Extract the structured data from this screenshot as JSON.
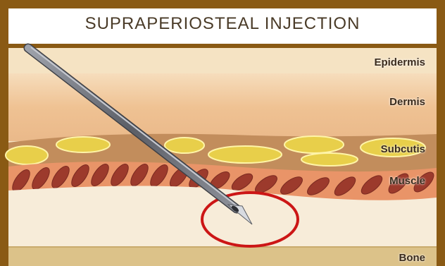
{
  "title": "SUPRAPERIOSTEAL INJECTION",
  "layers": [
    {
      "id": "epidermis",
      "label": "Epidermis",
      "color": "#f5e3c3"
    },
    {
      "id": "dermis",
      "label": "Dermis",
      "color": "#efc497"
    },
    {
      "id": "subcutis",
      "label": "Subcutis",
      "color": "#c28d5c"
    },
    {
      "id": "muscle",
      "label": "Muscle",
      "color": "#e99468"
    },
    {
      "id": "bone",
      "label": "Bone",
      "color": "#dcc289"
    }
  ],
  "colors": {
    "frame": "#8a5a14",
    "fat_globule": "#e8cf4a",
    "muscle_fiber": "#9c3a2c",
    "needle": "#6e7078",
    "target_circle": "#cc1616",
    "periosteum_zone": "#f7ecd9"
  },
  "icons": {
    "needle": "syringe-needle-icon",
    "target": "target-circle-icon"
  }
}
